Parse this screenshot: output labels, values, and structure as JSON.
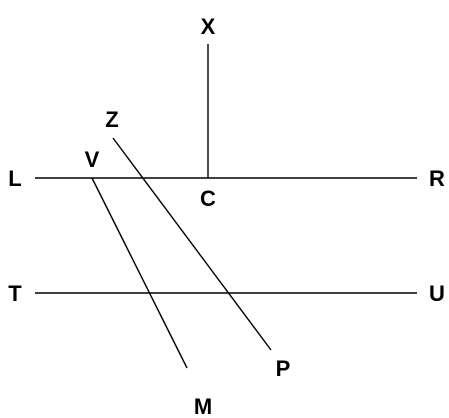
{
  "diagram": {
    "labels": {
      "x": "X",
      "z": "Z",
      "v": "V",
      "l": "L",
      "c": "C",
      "r": "R",
      "t": "T",
      "u": "U",
      "p": "P",
      "m": "M"
    },
    "line_color": "#000000",
    "text_color": "#000000"
  }
}
